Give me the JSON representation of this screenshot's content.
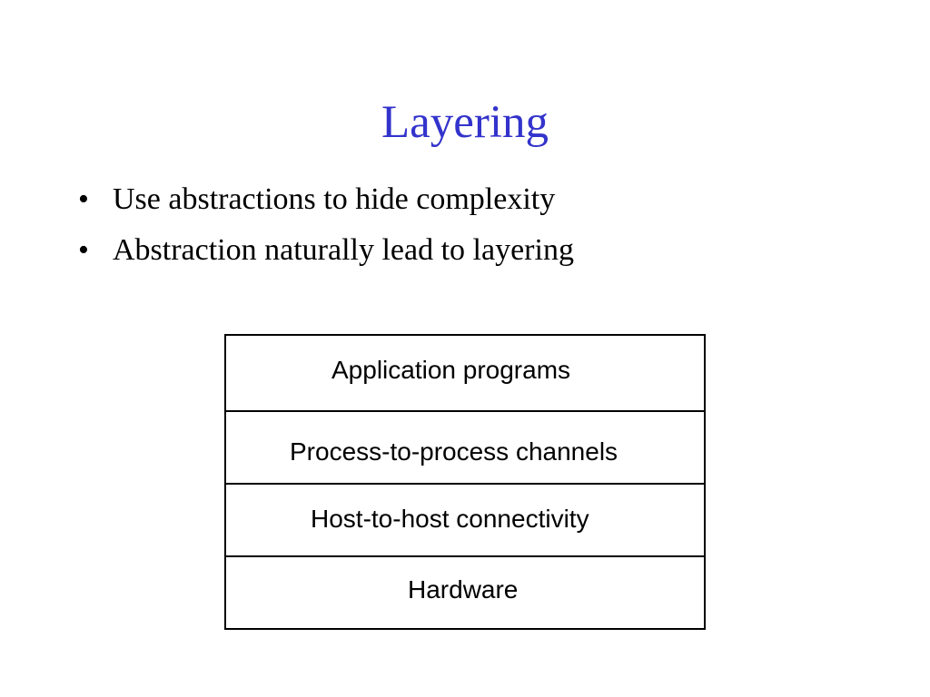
{
  "slide": {
    "title": "Layering",
    "title_color": "#3333cc",
    "bullets": [
      "Use abstractions to hide complexity",
      "Abstraction naturally lead to layering"
    ],
    "bullet_symbol": "•"
  },
  "diagram": {
    "layers": [
      "Application programs",
      "Process-to-process channels",
      "Host-to-host connectivity",
      "Hardware"
    ]
  }
}
